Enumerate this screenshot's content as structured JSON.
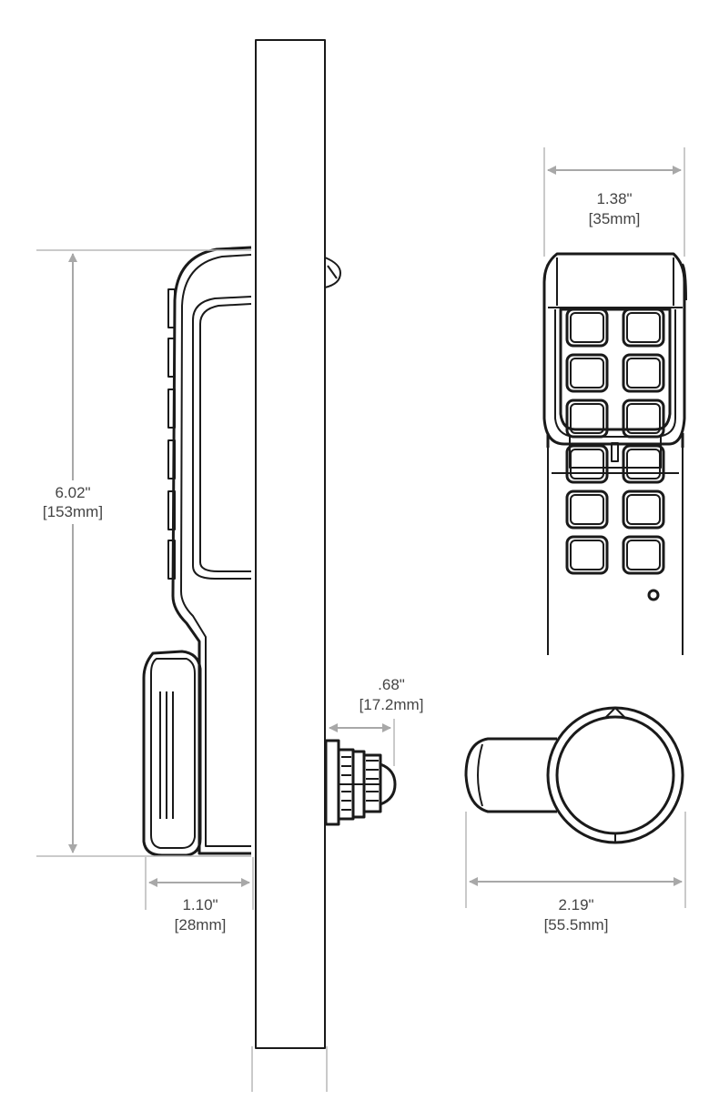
{
  "colors": {
    "outline": "#1a1a1a",
    "dimension": "#a8a8a8",
    "text": "#444444",
    "background": "#ffffff"
  },
  "dimensions": {
    "height": {
      "inches": "6.02\"",
      "mm": "[153mm]"
    },
    "depth": {
      "inches": "1.10\"",
      "mm": "[28mm]"
    },
    "spindle": {
      "inches": ".68\"",
      "mm": "[17.2mm]"
    },
    "width": {
      "inches": "1.38\"",
      "mm": "[35mm]"
    },
    "overall_width": {
      "inches": "2.19\"",
      "mm": "[55.5mm]"
    }
  },
  "keypad": {
    "rows": 6,
    "columns": 2
  }
}
